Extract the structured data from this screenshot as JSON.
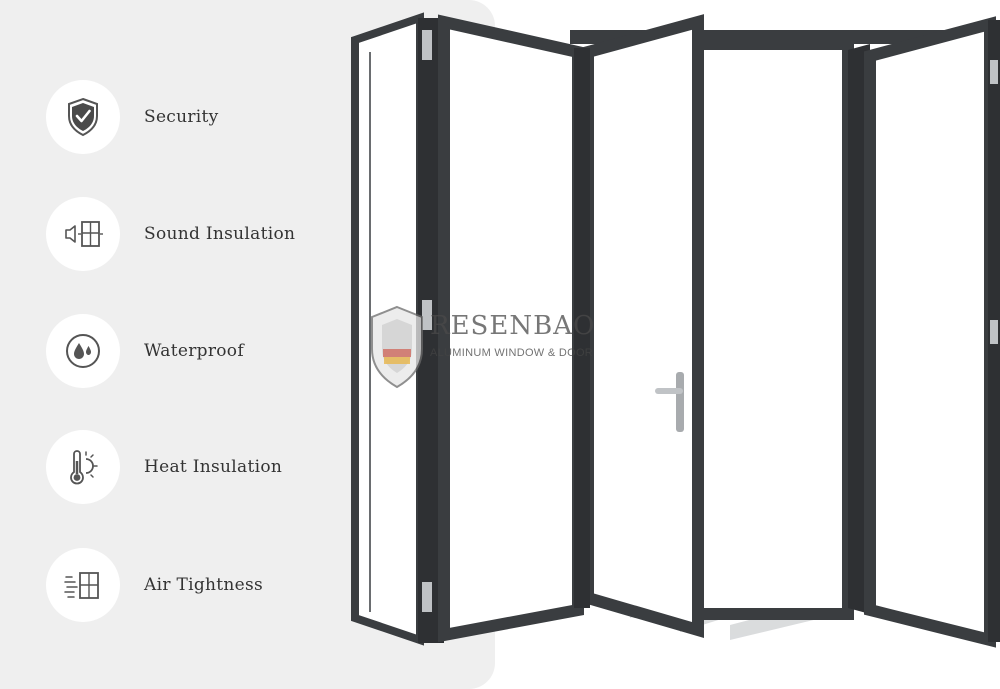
{
  "features": [
    {
      "label": "Security",
      "icon": "shield-check-icon"
    },
    {
      "label": "Sound Insulation",
      "icon": "speaker-window-icon"
    },
    {
      "label": "Waterproof",
      "icon": "water-drops-icon"
    },
    {
      "label": "Heat Insulation",
      "icon": "thermometer-sun-icon"
    },
    {
      "label": "Air Tightness",
      "icon": "wind-window-icon"
    }
  ],
  "watermark": {
    "brand": "RESENBAO",
    "subtitle": "ALUMINUM WINDOW & DOOR"
  },
  "colors": {
    "panel": "#efefef",
    "icon_stroke": "#555555",
    "frame": "#3a3d40"
  }
}
